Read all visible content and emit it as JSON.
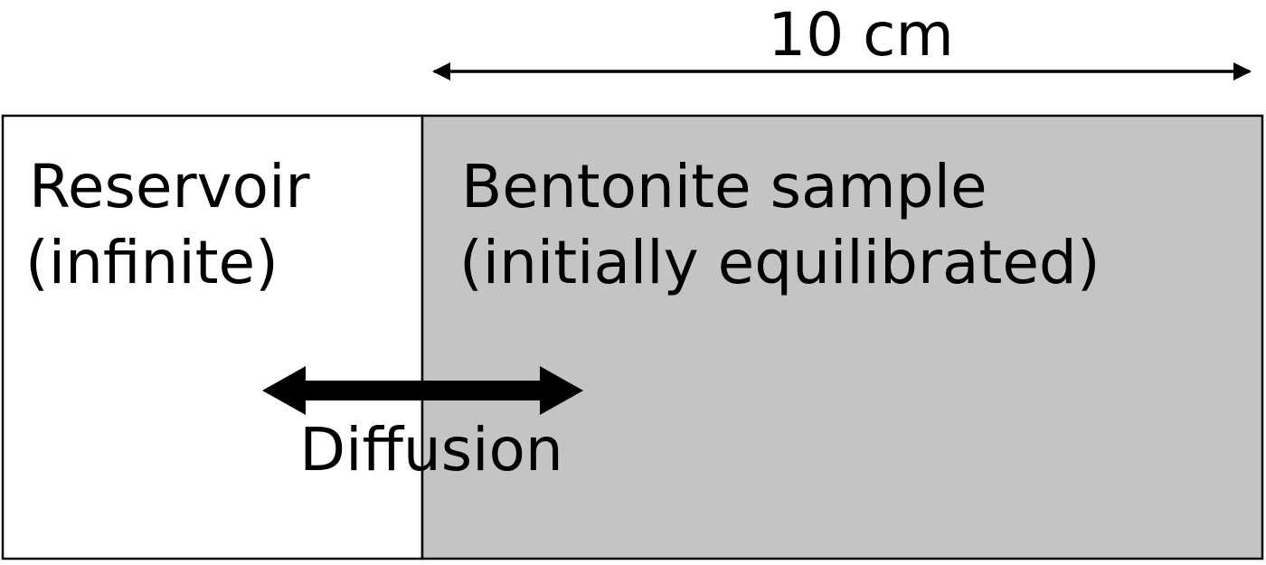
{
  "dimension": {
    "label": "10 cm"
  },
  "reservoir": {
    "line1": "Reservoir",
    "line2": "(infinite)",
    "fill": "#ffffff"
  },
  "sample": {
    "line1": "Bentonite sample",
    "line2": "(initially equilibrated)",
    "fill": "#c4c4c4"
  },
  "diffusion": {
    "label": "Diffusion"
  },
  "colors": {
    "stroke": "#000000",
    "text": "#000000"
  }
}
